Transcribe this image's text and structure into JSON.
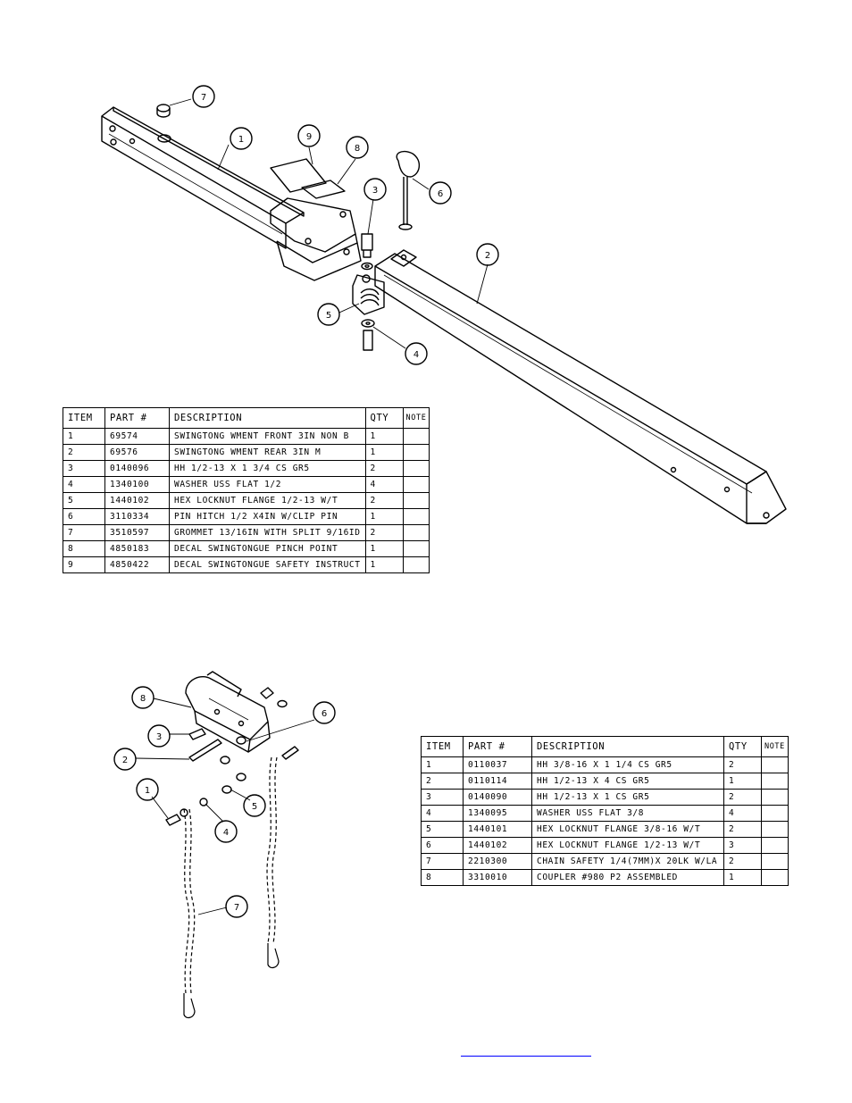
{
  "top_assembly": {
    "callouts": [
      "1",
      "2",
      "3",
      "4",
      "5",
      "6",
      "7",
      "8",
      "9"
    ],
    "bom": {
      "headers": [
        "ITEM",
        "PART #",
        "DESCRIPTION",
        "QTY",
        "NOTE"
      ],
      "rows": [
        [
          "1",
          "69574",
          "SWINGTONG WMENT FRONT 3IN NON B",
          "1",
          ""
        ],
        [
          "2",
          "69576",
          "SWINGTONG WMENT REAR 3IN M",
          "1",
          ""
        ],
        [
          "3",
          "0140096",
          "HH 1/2-13 X 1 3/4 CS GR5",
          "2",
          ""
        ],
        [
          "4",
          "1340100",
          "WASHER USS FLAT 1/2",
          "4",
          ""
        ],
        [
          "5",
          "1440102",
          "HEX LOCKNUT FLANGE 1/2-13 W/T",
          "2",
          ""
        ],
        [
          "6",
          "3110334",
          "PIN HITCH 1/2 X4IN W/CLIP PIN",
          "1",
          ""
        ],
        [
          "7",
          "3510597",
          "GROMMET 13/16IN  WITH SPLIT 9/16ID",
          "2",
          ""
        ],
        [
          "8",
          "4850183",
          "DECAL SWINGTONGUE PINCH POINT",
          "1",
          ""
        ],
        [
          "9",
          "4850422",
          "DECAL SWINGTONGUE SAFETY INSTRUCT",
          "1",
          ""
        ]
      ]
    }
  },
  "bottom_assembly": {
    "callouts": [
      "1",
      "2",
      "3",
      "4",
      "5",
      "6",
      "7",
      "8"
    ],
    "bom": {
      "headers": [
        "ITEM",
        "PART #",
        "DESCRIPTION",
        "QTY",
        "NOTE"
      ],
      "rows": [
        [
          "1",
          "0110037",
          "HH 3/8-16 X 1 1/4 CS GR5",
          "2",
          ""
        ],
        [
          "2",
          "0110114",
          "HH 1/2-13 X 4 CS GR5",
          "1",
          ""
        ],
        [
          "3",
          "0140090",
          "HH 1/2-13 X 1 CS GR5",
          "2",
          ""
        ],
        [
          "4",
          "1340095",
          "WASHER USS FLAT 3/8",
          "4",
          ""
        ],
        [
          "5",
          "1440101",
          "HEX LOCKNUT FLANGE 3/8-16 W/T",
          "2",
          ""
        ],
        [
          "6",
          "1440102",
          "HEX LOCKNUT FLANGE 1/2-13 W/T",
          "3",
          ""
        ],
        [
          "7",
          "2210300",
          "CHAIN SAFETY 1/4(7MM)X 20LK W/LA",
          "2",
          ""
        ],
        [
          "8",
          "3310010",
          "COUPLER #980 P2 ASSEMBLED",
          "1",
          ""
        ]
      ]
    }
  }
}
